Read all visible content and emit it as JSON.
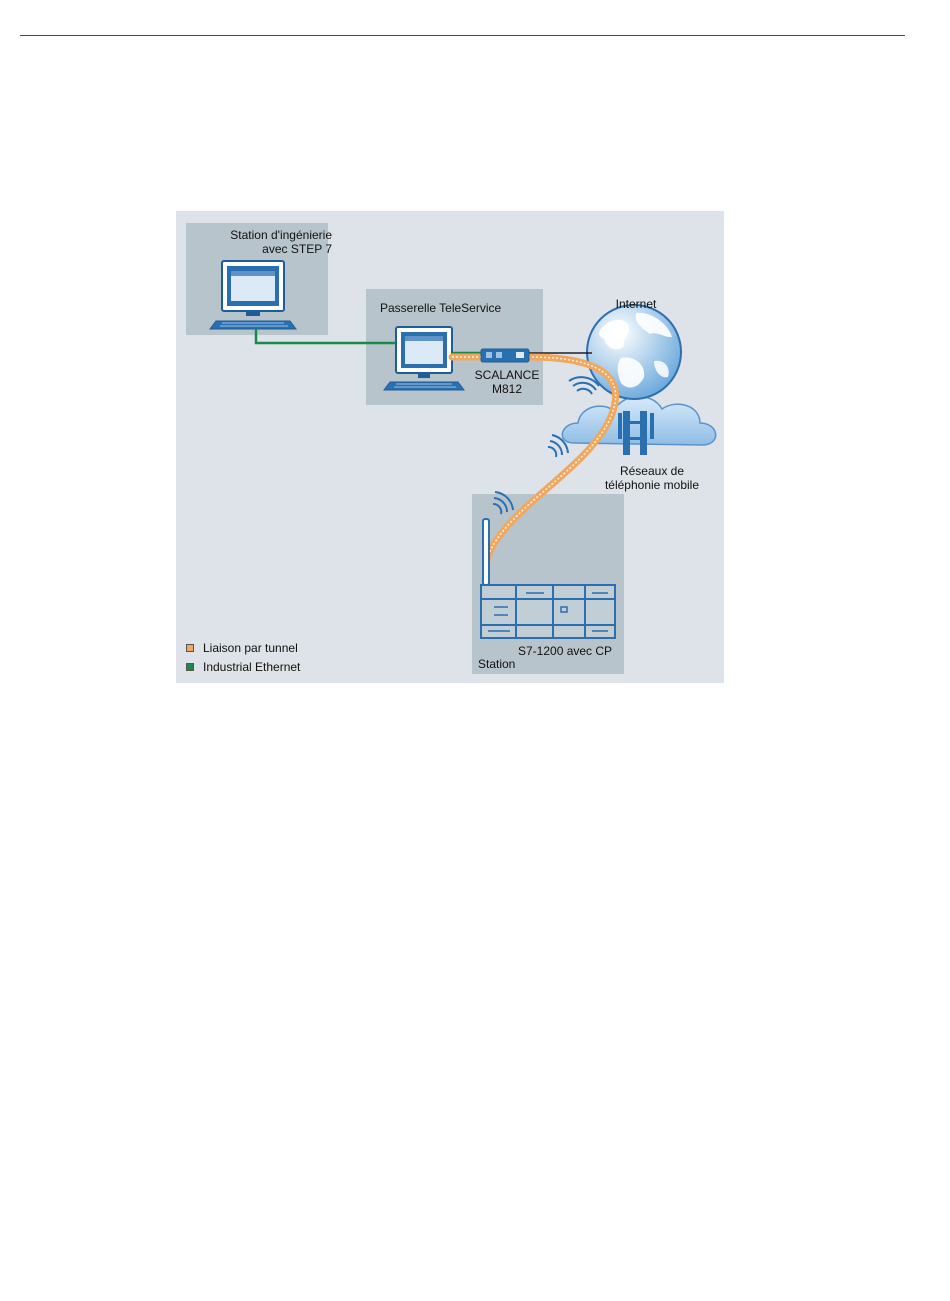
{
  "page": {
    "header_rule": true
  },
  "diagram": {
    "engineering_station": {
      "line1": "Station d'ingénierie",
      "line2": "avec STEP 7"
    },
    "gateway": {
      "title": "Passerelle TeleService"
    },
    "scalance": {
      "line1": "SCALANCE",
      "line2": "M812"
    },
    "internet": {
      "label": "Internet"
    },
    "mobile_network": {
      "line1": "Réseaux de",
      "line2": "téléphonie mobile"
    },
    "remote_station": {
      "device_label": "S7-1200 avec CP",
      "station_label": "Station"
    },
    "legend": [
      {
        "label": "Liaison par tunnel",
        "color": "#f0a860"
      },
      {
        "label": "Industrial Ethernet",
        "color": "#1a8a4a"
      }
    ],
    "colors": {
      "panel_bg": "#dde3e8",
      "box_bg": "#b8c4cc",
      "device_blue": "#2a6fb0",
      "cloud_blue": "#a9cdee",
      "ethernet_green": "#1a8a4a",
      "tunnel_orange": "#f0a860"
    }
  }
}
